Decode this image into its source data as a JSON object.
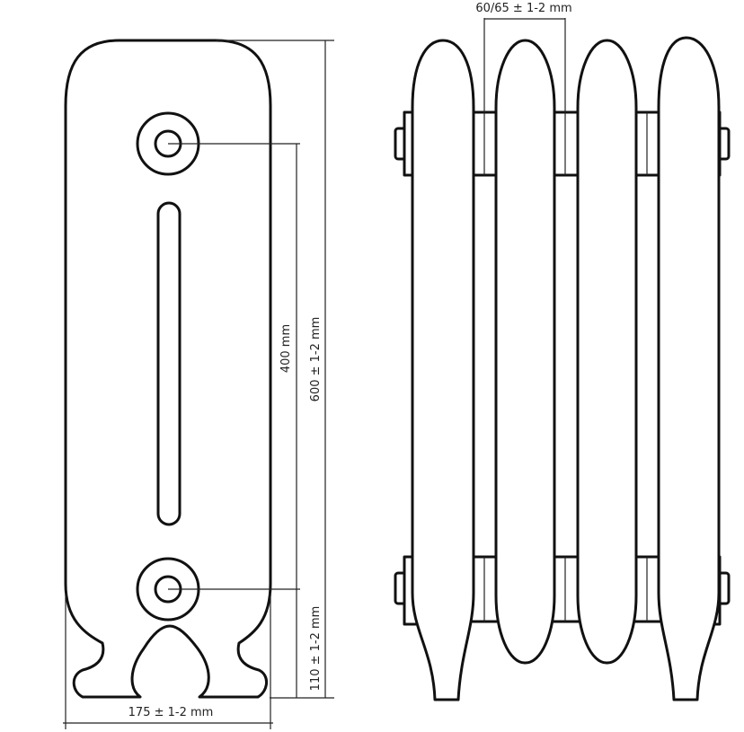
{
  "dimensions": {
    "section_width": "175 ± 1-2 mm",
    "height_total": "600 ± 1-2 mm",
    "axis_distance": "400 mm",
    "bottom_height": "110 ± 1-2 mm",
    "section_pitch": "60/65 ± 1-2 mm"
  },
  "colors": {
    "line": "#111111",
    "background": "#ffffff"
  }
}
